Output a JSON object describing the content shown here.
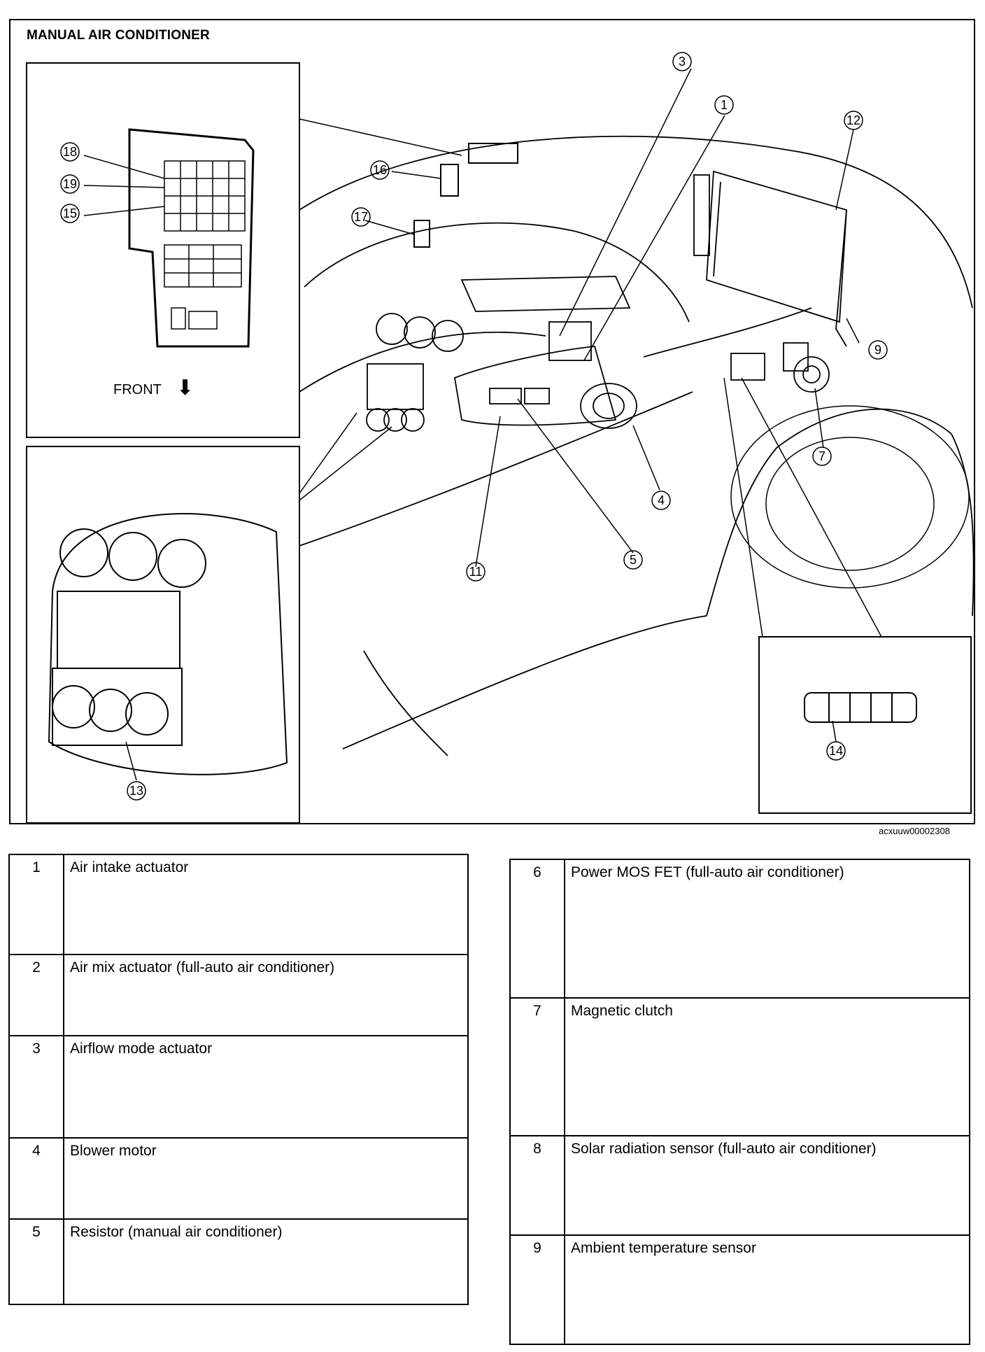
{
  "diagram": {
    "title": "MANUAL AIR CONDITIONER",
    "front_label": "FRONT",
    "front_arrow": "⬇",
    "image_id": "acxuuw00002308",
    "callouts": [
      "1",
      "3",
      "4",
      "5",
      "7",
      "9",
      "11",
      "12",
      "13",
      "14",
      "15",
      "16",
      "17",
      "18",
      "19"
    ]
  },
  "legend_left": [
    {
      "num": "1",
      "desc": "Air intake actuator"
    },
    {
      "num": "2",
      "desc": "Air mix actuator (full-auto air conditioner)"
    },
    {
      "num": "3",
      "desc": "Airflow mode actuator"
    },
    {
      "num": "4",
      "desc": "Blower motor"
    },
    {
      "num": "5",
      "desc": "Resistor (manual air conditioner)"
    }
  ],
  "legend_right": [
    {
      "num": "6",
      "desc": "Power MOS FET (full-auto air conditioner)"
    },
    {
      "num": "7",
      "desc": "Magnetic clutch"
    },
    {
      "num": "8",
      "desc": "Solar radiation sensor (full-auto air conditioner)"
    },
    {
      "num": "9",
      "desc": "Ambient temperature sensor"
    }
  ]
}
